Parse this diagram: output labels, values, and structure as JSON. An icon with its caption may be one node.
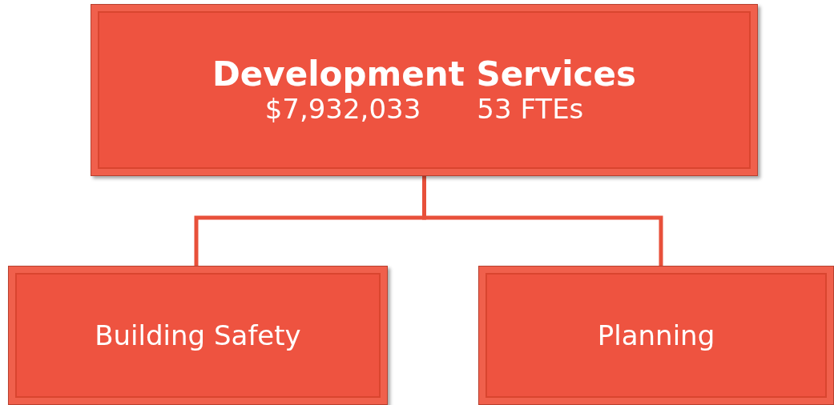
{
  "diagram": {
    "nodes": [
      {
        "text": [
          "Development Services",
          "$7,932,033",
          "53 FTEs"
        ]
      },
      {
        "text": [
          "Building Safety"
        ]
      },
      {
        "text": [
          "Planning"
        ]
      }
    ],
    "edges": [
      {
        "from": 0,
        "to": 1,
        "arrow": "none"
      },
      {
        "from": 0,
        "to": 2,
        "arrow": "none"
      }
    ]
  }
}
